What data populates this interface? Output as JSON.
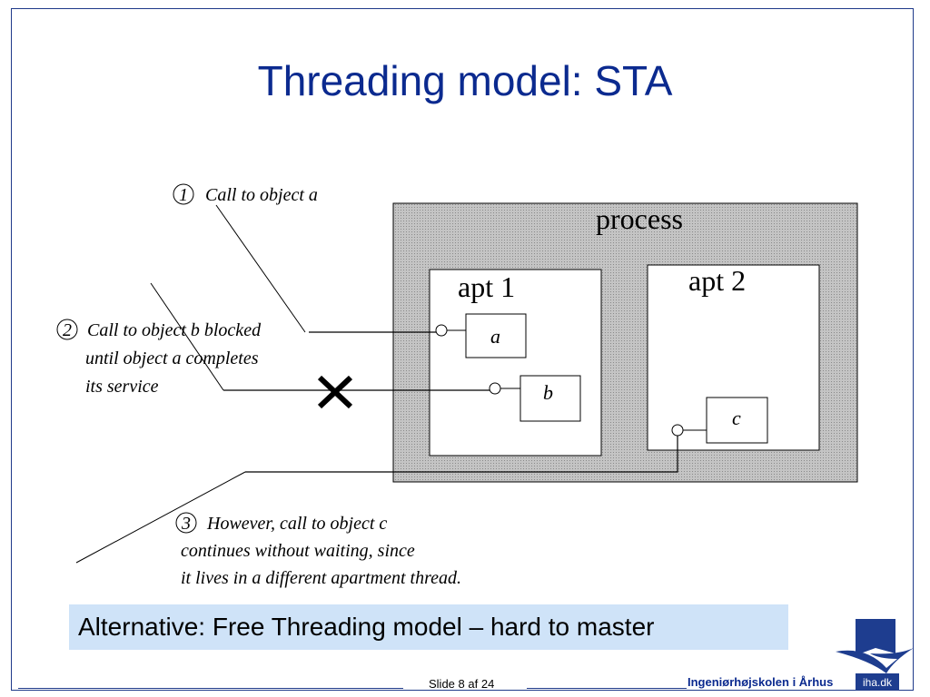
{
  "slide": {
    "title": "Threading model: STA",
    "callout": "Alternative: Free Threading model – hard to master",
    "footer": {
      "slide_prefix": "Slide",
      "slide_number": "8",
      "slide_separator": "af",
      "slide_total": "24",
      "school": "Ingeniørhøjskolen i Århus",
      "logo_text": "iha.dk"
    }
  },
  "diagram": {
    "process_label": "process",
    "apartments": [
      {
        "label": "apt 1",
        "objects": [
          "a",
          "b"
        ]
      },
      {
        "label": "apt 2",
        "objects": [
          "c"
        ]
      }
    ],
    "annotations": {
      "step1": {
        "number": "1",
        "line1": "Call to object a"
      },
      "step2": {
        "number": "2",
        "line1": "Call to object b blocked",
        "line2": "until object a completes",
        "line3": "its service"
      },
      "step3": {
        "number": "3",
        "line1": "However, call to object c",
        "line2": "continues without waiting, since",
        "line3": "it lives in a different apartment thread."
      }
    },
    "colors": {
      "title": "#0b2a8f",
      "callout_bg": "#cfe3f8",
      "process_fill": "#b8b8b8"
    }
  }
}
